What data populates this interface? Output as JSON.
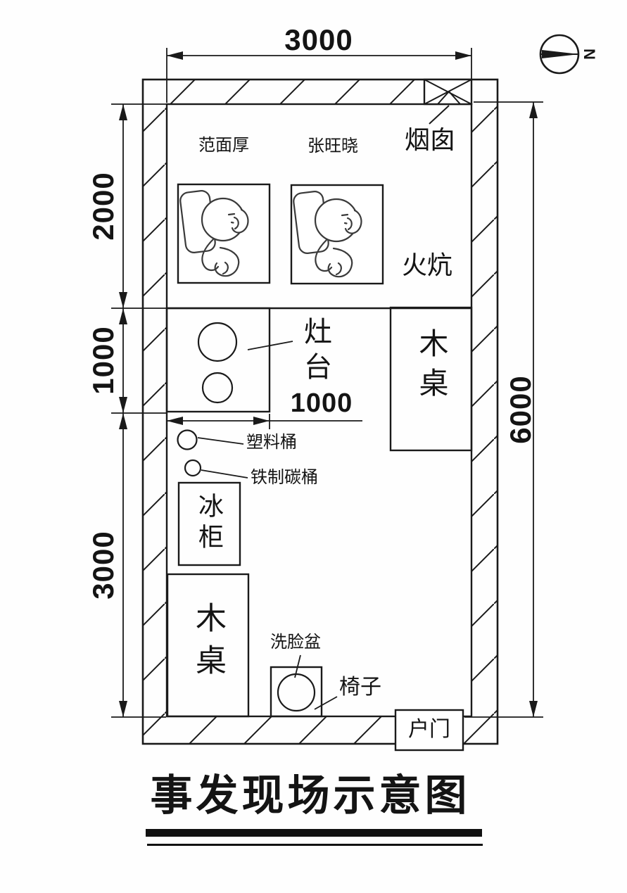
{
  "diagram": {
    "title": "事发现场示意图",
    "compass_label": "N",
    "dimensions": {
      "top_width": "3000",
      "left_upper": "2000",
      "left_middle": "1000",
      "left_lower": "3000",
      "right_height": "6000",
      "stove_width": "1000"
    },
    "labels": {
      "chimney": "烟囱",
      "kang": "火炕",
      "stove": "灶台",
      "right_table": "木桌",
      "plastic_bucket": "塑料桶",
      "iron_coal_bucket": "铁制碳桶",
      "freezer": "冰柜",
      "left_table": "木桌",
      "wash_basin": "洗脸盆",
      "chair": "椅子",
      "entry_door": "户门"
    },
    "people": {
      "left_sleeper": "范面厚",
      "right_sleeper": "张旺晓"
    }
  }
}
